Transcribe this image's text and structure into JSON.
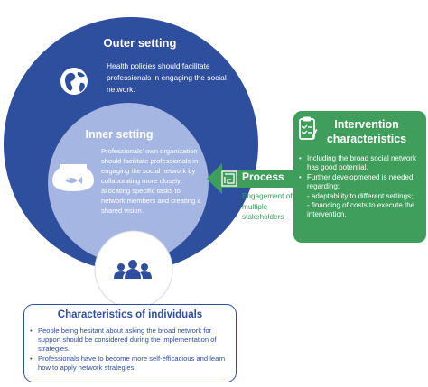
{
  "outer": {
    "title": "Outer setting",
    "text": "Health policies should facilitate professionals in engaging the social network.",
    "icon": "globe-icon"
  },
  "inner": {
    "title": "Inner setting",
    "text": "Professionals' own organization should facilitate professionals in engaging the social network by collaborating more closely, allocating specific tasks to network members and creating a shared vision.",
    "icon": "fishbowl-icon"
  },
  "process": {
    "label": "Process",
    "text": "Engagement of multiple stakeholders",
    "icon": "maze-icon"
  },
  "intervention": {
    "title": "Intervention characteristics",
    "icon": "checklist-icon",
    "items": [
      "Including the broad social network has good potential.",
      "Further developmened is needed regarding:",
      "- adaptability to different settings;",
      "- financing of costs to execute the intervention."
    ]
  },
  "individuals": {
    "title": "Characteristics of individuals",
    "icon": "people-group-icon",
    "items": [
      "People being hesitant about asking the broad network for support should be considered during the implementation of strategies.",
      "Professionals have to become more self-efficacious and learn how to apply network strategies."
    ]
  },
  "colors": {
    "outer_circle": "#2e4f9e",
    "inner_circle": "#a4b6e1",
    "green": "#3f9e5b",
    "white": "#ffffff"
  }
}
